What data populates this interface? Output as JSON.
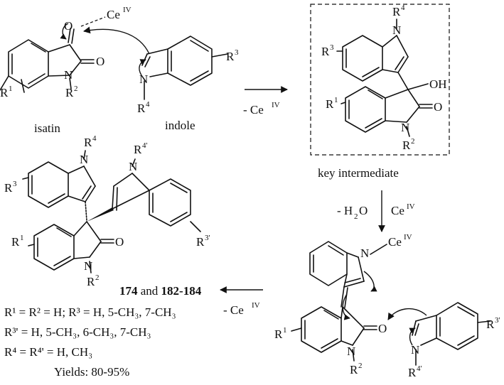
{
  "labels": {
    "isatin": "isatin",
    "indole": "indole",
    "key_intermediate": "key intermediate",
    "minus": "- Ce",
    "minus_h2o": "- H",
    "h2o_tail": "O",
    "ce": "Ce",
    "iv": "IV",
    "r": "R",
    "n": "N",
    "o": "O",
    "oh": "OH",
    "two": "2"
  },
  "product": {
    "compound_a": "174",
    "and": " and ",
    "compound_b": "182-184"
  },
  "substituents": {
    "line1": "R¹ = R² = H; R³ = H, 5-CH₃, 7-CH₃",
    "line2": "R³' = H, 5-CH₃, 6-CH₃, 7-CH₃",
    "line3": "R⁴ = R⁴' = H, CH₃",
    "yields": "Yields: 80-95%"
  }
}
